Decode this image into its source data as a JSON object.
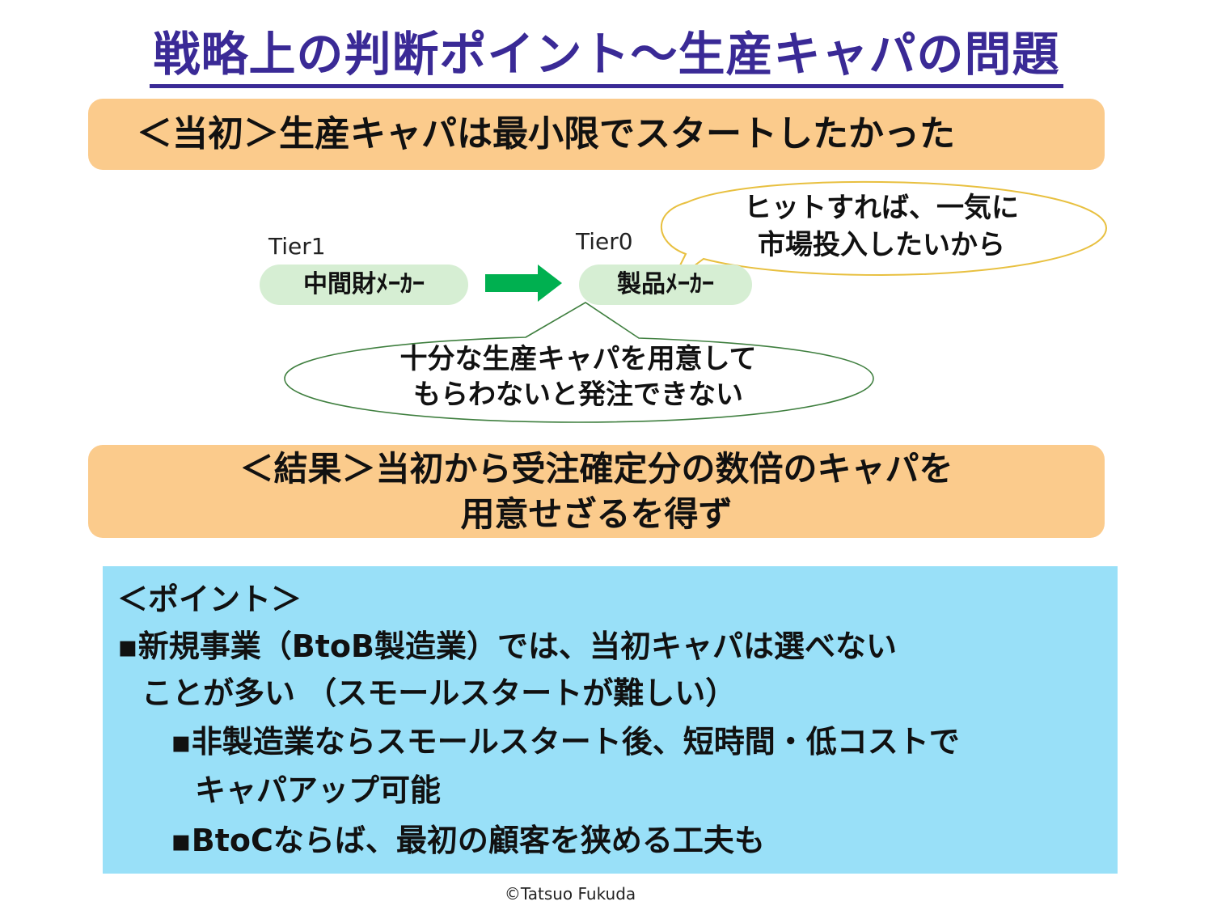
{
  "title": "戦略上の判断ポイント〜生産キャパの問題",
  "initial": {
    "text": "＜当初＞生産キャパは最小限でスタートしたかった"
  },
  "diagram": {
    "tier1": {
      "tier_label": "Tier1",
      "name": "中間財ﾒｰｶｰ"
    },
    "tier0": {
      "tier_label": "Tier0",
      "name": "製品ﾒｰｶｰ"
    },
    "bubble_top": {
      "line1": "ヒットすれば、一気に",
      "line2": "市場投入したいから"
    },
    "bubble_bottom": {
      "line1": "十分な生産キャパを用意して",
      "line2": "もらわないと発注できない"
    },
    "arrow_color": "#00b050"
  },
  "result": {
    "line1": "＜結果＞当初から受注確定分の数倍のキャパを",
    "line2": "用意せざるを得ず"
  },
  "point": {
    "heading": "＜ポイント＞",
    "lines": [
      "▪新規事業（BtoB製造業）では、当初キャパは選べない",
      "ことが多い （スモールスタートが難しい）",
      "▪非製造業ならスモールスタート後、短時間・低コストで",
      "キャパアップ可能",
      "▪BtoCならば、最初の顧客を狭める工夫も"
    ]
  },
  "copyright": "©Tatsuo Fukuda",
  "colors": {
    "title": "#3a2a96",
    "band": "#fbcb8c",
    "pill": "#d6eed3",
    "point_box": "#99e0f8",
    "bubble_top_border": "#e8c040",
    "bubble_bottom_border": "#3f7f3f"
  }
}
